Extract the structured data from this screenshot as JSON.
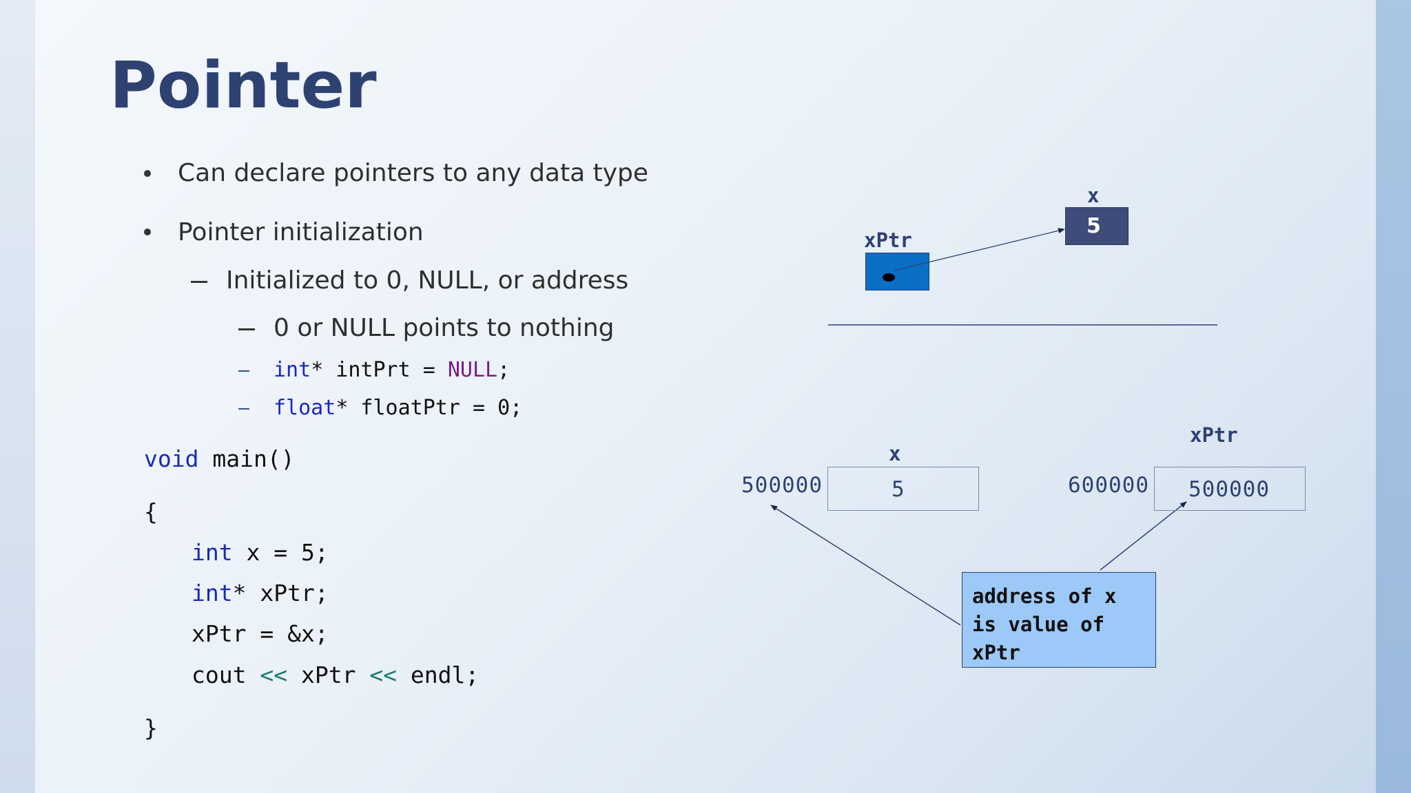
{
  "slide": {
    "title": "Pointer",
    "bullets": [
      "Can declare pointers to any data type",
      "Pointer initialization"
    ],
    "sub_bullets": [
      "Initialized to 0, NULL, or address",
      "0 or NULL points to nothing"
    ],
    "code_lines": [
      {
        "kw": "int",
        "rest": "* intPrt = ",
        "extra": "NULL",
        "end": ";"
      },
      {
        "kw": "float",
        "rest": "* floatPtr = 0;"
      }
    ],
    "main_code": {
      "signature_kw": "void",
      "signature_rest": " main()",
      "open_brace": "{",
      "line1_kw": "int",
      "line1_rest": " x = 5;",
      "line2_kw": "int",
      "line2_rest": "* xPtr;",
      "line3": "xPtr = &x;",
      "line4_a": "cout ",
      "line4_op1": "<<",
      "line4_b": " xPtr ",
      "line4_op2": "<<",
      "line4_c": " endl;",
      "close_brace": "}"
    }
  },
  "diagram_top": {
    "x_label": "x",
    "x_value": "5",
    "ptr_label": "xPtr"
  },
  "diagram_bottom": {
    "x_label": "x",
    "x_address": "500000",
    "x_value": "5",
    "ptr_label": "xPtr",
    "ptr_address": "600000",
    "ptr_value": "500000",
    "callout": "address of x is value of xPtr"
  },
  "colors": {
    "title": "#2e4272",
    "keyword": "#1a2ab8",
    "null": "#7a1c8c",
    "operator": "#1e7a6e",
    "pointer_box": "#0b6fc6",
    "value_box": "#3f4b78",
    "callout_bg": "#9cc9f7"
  }
}
